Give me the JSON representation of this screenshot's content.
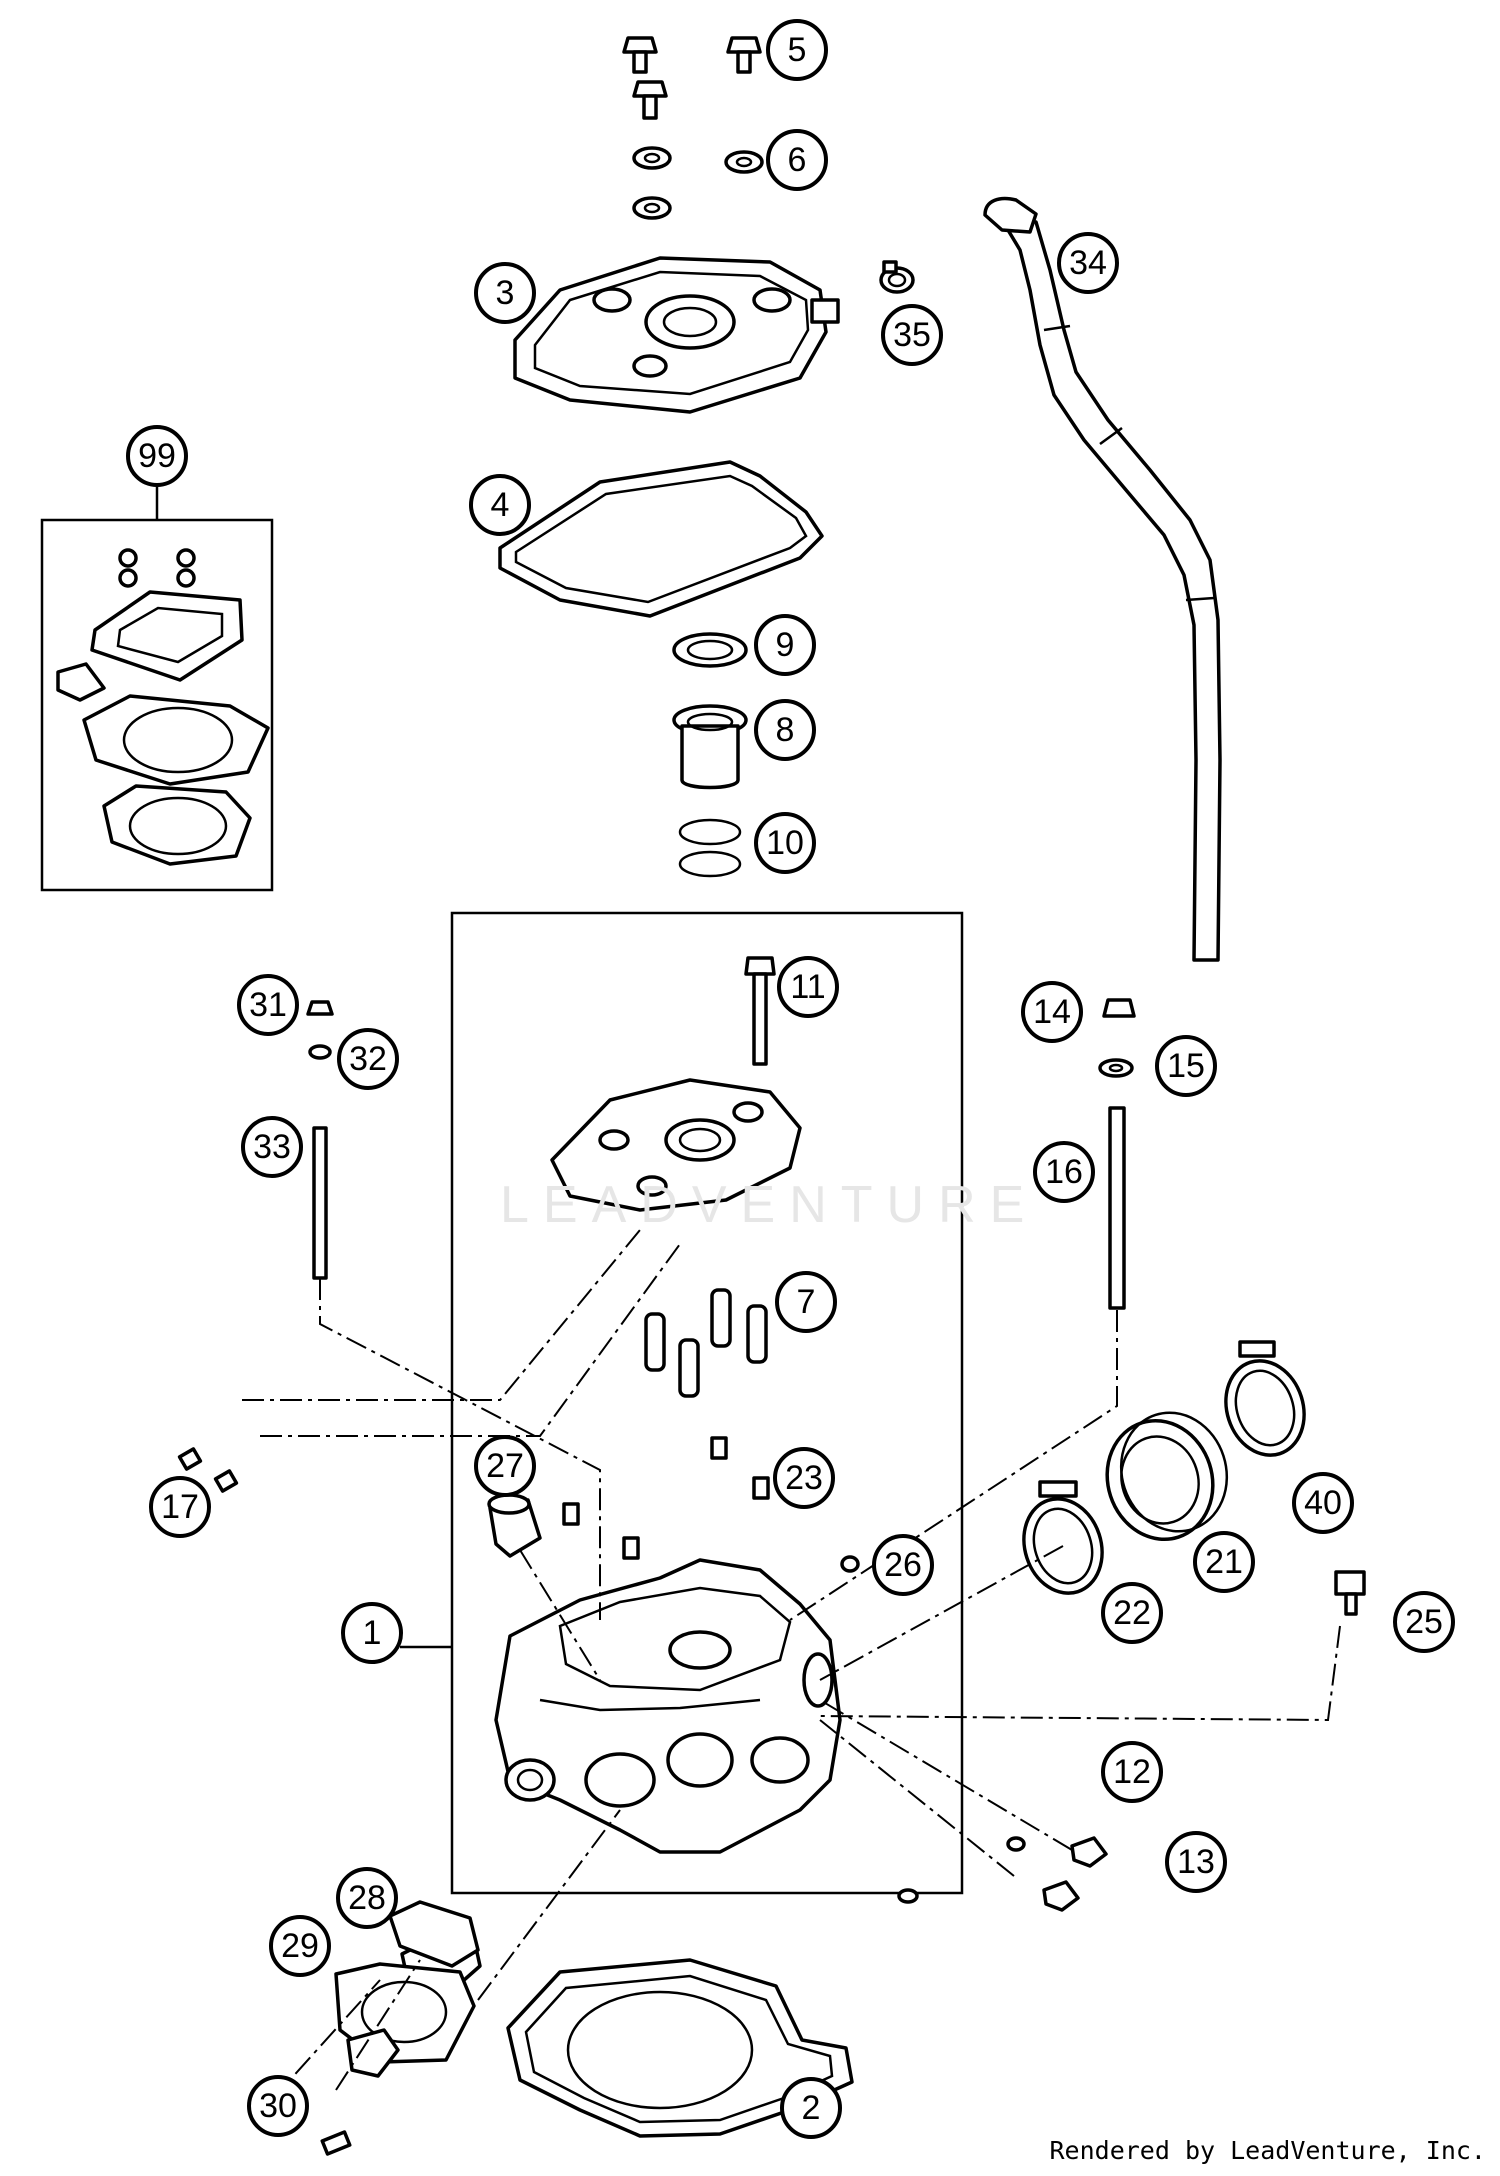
{
  "diagram": {
    "callouts": [
      {
        "id": "c5",
        "label": "5"
      },
      {
        "id": "c6",
        "label": "6"
      },
      {
        "id": "c3",
        "label": "3"
      },
      {
        "id": "c34",
        "label": "34"
      },
      {
        "id": "c35",
        "label": "35"
      },
      {
        "id": "c99",
        "label": "99"
      },
      {
        "id": "c4",
        "label": "4"
      },
      {
        "id": "c9",
        "label": "9"
      },
      {
        "id": "c8",
        "label": "8"
      },
      {
        "id": "c10",
        "label": "10"
      },
      {
        "id": "c11",
        "label": "11"
      },
      {
        "id": "c31",
        "label": "31"
      },
      {
        "id": "c32",
        "label": "32"
      },
      {
        "id": "c33",
        "label": "33"
      },
      {
        "id": "c14",
        "label": "14"
      },
      {
        "id": "c15",
        "label": "15"
      },
      {
        "id": "c16",
        "label": "16"
      },
      {
        "id": "c7",
        "label": "7"
      },
      {
        "id": "c27",
        "label": "27"
      },
      {
        "id": "c23",
        "label": "23"
      },
      {
        "id": "c17",
        "label": "17"
      },
      {
        "id": "c40",
        "label": "40"
      },
      {
        "id": "c26",
        "label": "26"
      },
      {
        "id": "c21",
        "label": "21"
      },
      {
        "id": "c1",
        "label": "1"
      },
      {
        "id": "c22",
        "label": "22"
      },
      {
        "id": "c25",
        "label": "25"
      },
      {
        "id": "c12",
        "label": "12"
      },
      {
        "id": "c13",
        "label": "13"
      },
      {
        "id": "c28",
        "label": "28"
      },
      {
        "id": "c29",
        "label": "29"
      },
      {
        "id": "c30",
        "label": "30"
      },
      {
        "id": "c2",
        "label": "2"
      }
    ],
    "watermark": "LEADVENTURE",
    "credit": "Rendered by LeadVenture, Inc."
  }
}
